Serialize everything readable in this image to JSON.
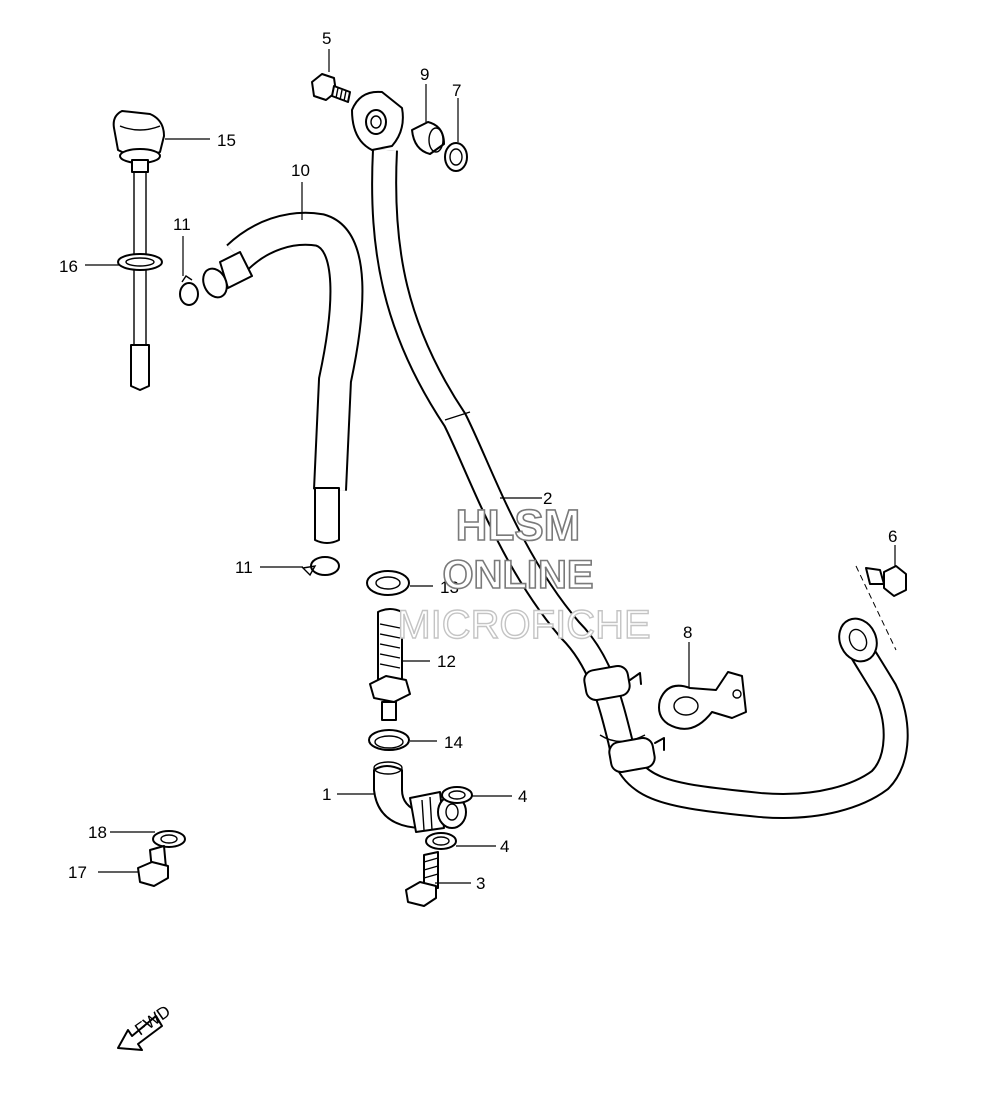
{
  "watermark": {
    "line1": "HLSM",
    "line2": "ONLINE",
    "line3": "MICROFICHE"
  },
  "fwd_label": "FWD",
  "callouts": [
    {
      "id": "c1",
      "number": "1"
    },
    {
      "id": "c2",
      "number": "2"
    },
    {
      "id": "c3",
      "number": "3"
    },
    {
      "id": "c4a",
      "number": "4"
    },
    {
      "id": "c4b",
      "number": "4"
    },
    {
      "id": "c5",
      "number": "5"
    },
    {
      "id": "c6",
      "number": "6"
    },
    {
      "id": "c7",
      "number": "7"
    },
    {
      "id": "c8",
      "number": "8"
    },
    {
      "id": "c9",
      "number": "9"
    },
    {
      "id": "c10",
      "number": "10"
    },
    {
      "id": "c11a",
      "number": "11"
    },
    {
      "id": "c11b",
      "number": "11"
    },
    {
      "id": "c12",
      "number": "12"
    },
    {
      "id": "c13",
      "number": "13"
    },
    {
      "id": "c14",
      "number": "14"
    },
    {
      "id": "c15",
      "number": "15"
    },
    {
      "id": "c16",
      "number": "16"
    },
    {
      "id": "c17",
      "number": "17"
    },
    {
      "id": "c18",
      "number": "18"
    }
  ]
}
